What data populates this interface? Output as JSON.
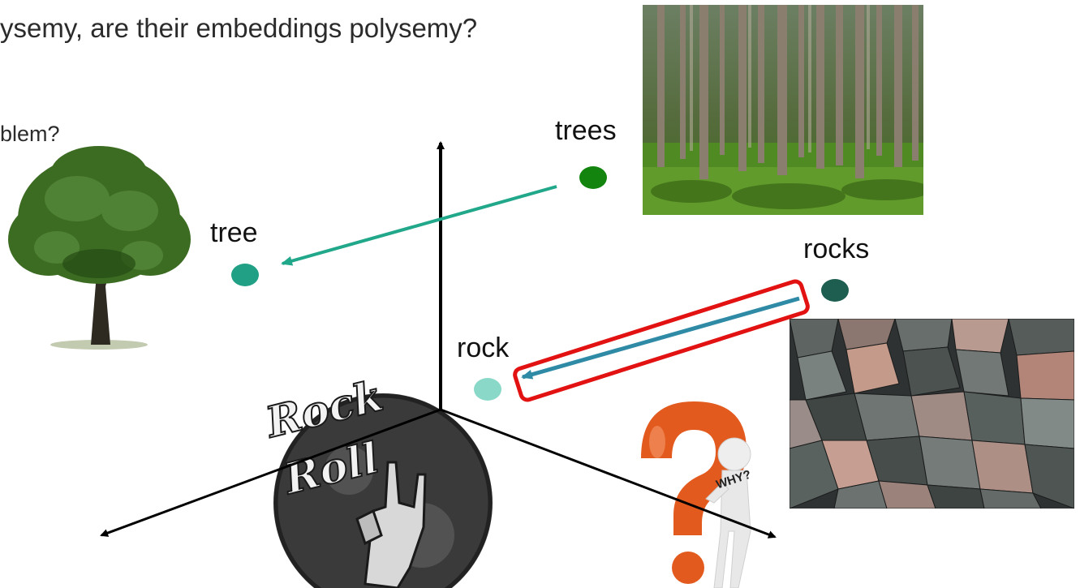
{
  "slide": {
    "heading": "ysemy, are their embeddings polysemy?",
    "subheading": "blem?"
  },
  "words": {
    "trees": "trees",
    "tree": "tree",
    "rocks": "rocks",
    "rock": "rock"
  },
  "colors": {
    "trees_dot": "#13850f",
    "tree_dot": "#21a086",
    "rocks_dot": "#1e5e50",
    "rock_dot": "#8ad9c8",
    "tree_arrow": "#21a78a",
    "rock_arrow": "#2f8aa6",
    "highlight_box": "#e31212",
    "axes": "#000000"
  },
  "images": {
    "forest": "forest-photo",
    "rocks": "rocks-photo",
    "tree": "tree-photo",
    "logo": "rock-n-roll-logo",
    "why": "question-mark-figure",
    "why_text": "WHY?"
  }
}
